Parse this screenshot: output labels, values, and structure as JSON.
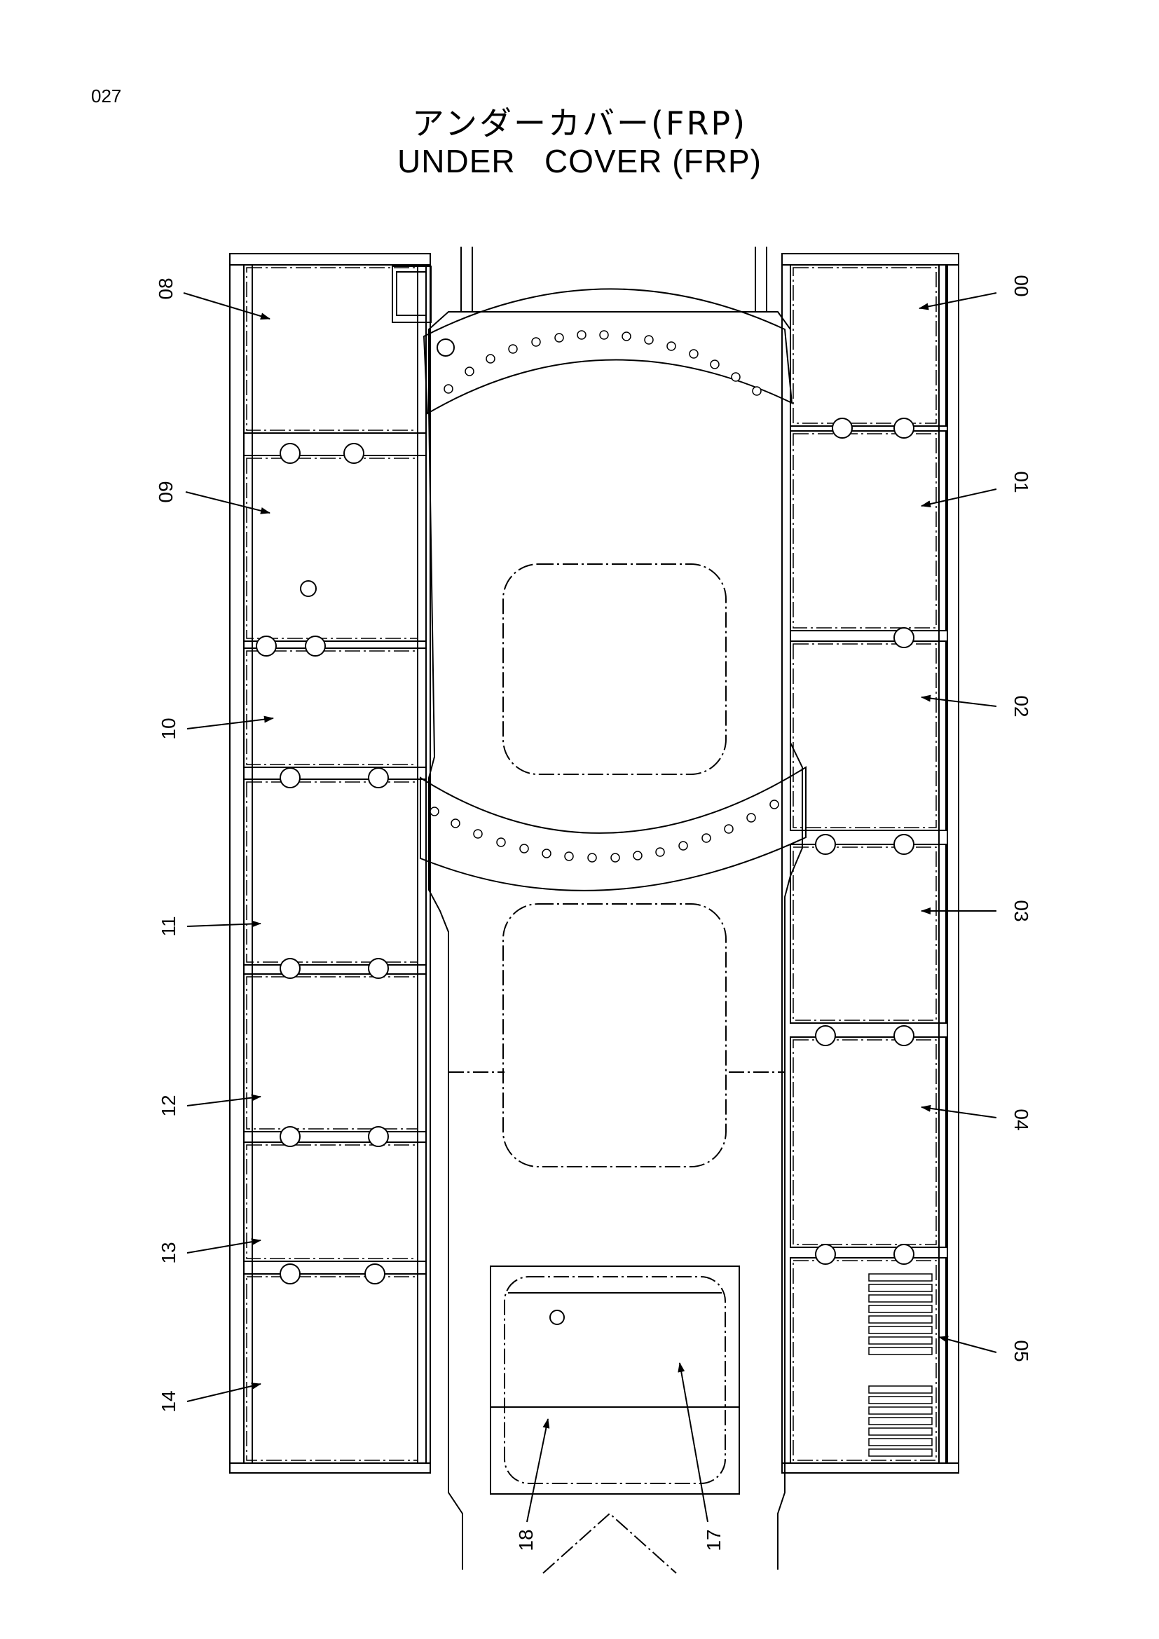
{
  "page_number": "027",
  "title_jp": "アンダーカバー(FRP)",
  "title_en": "UNDER   COVER (FRP)",
  "parts": {
    "p00": "00",
    "p01": "01",
    "p02": "02",
    "p03": "03",
    "p04": "04",
    "p05": "05",
    "p08": "08",
    "p09": "09",
    "p10": "10",
    "p11": "11",
    "p12": "12",
    "p13": "13",
    "p14": "14",
    "p17": "17",
    "p18": "18"
  }
}
